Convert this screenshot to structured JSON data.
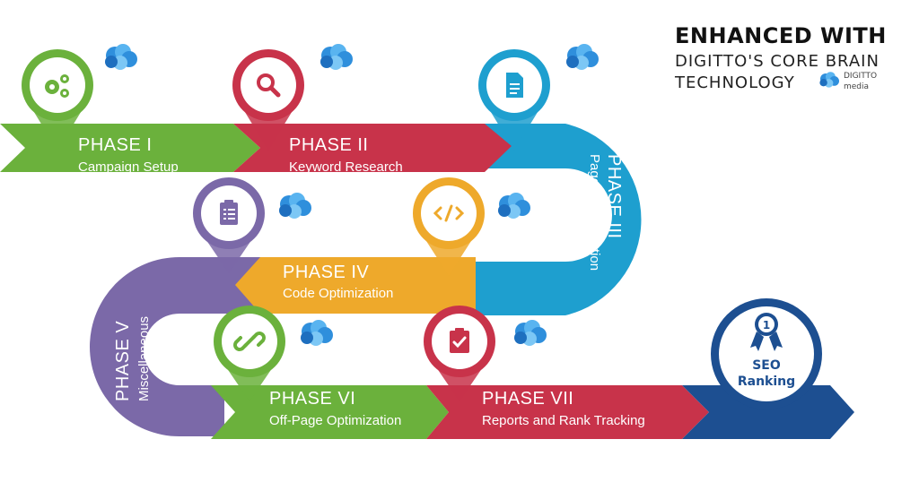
{
  "header": {
    "title": "ENHANCED WITH",
    "line1": "DIGITTO'S CORE BRAIN",
    "line2": "TECHNOLOGY",
    "logo_name": "DIGITTO",
    "logo_sub": "media"
  },
  "phases": [
    {
      "title": "PHASE I",
      "subtitle": "Campaign Setup",
      "color": "#6bb13c",
      "icon": "gears-icon"
    },
    {
      "title": "PHASE II",
      "subtitle": "Keyword Research",
      "color": "#c8334a",
      "icon": "search-icon"
    },
    {
      "title": "PHASE III",
      "subtitle": "Pages Optimization",
      "color": "#1e9fcf",
      "icon": "document-icon"
    },
    {
      "title": "PHASE IV",
      "subtitle": "Code Optimization",
      "color": "#eea92b",
      "icon": "code-icon"
    },
    {
      "title": "PHASE V",
      "subtitle": "Miscellaneous",
      "color": "#7b69a8",
      "icon": "clipboard-icon"
    },
    {
      "title": "PHASE VI",
      "subtitle": "Off-Page Optimization",
      "color": "#6bb13c",
      "icon": "link-icon"
    },
    {
      "title": "PHASE VII",
      "subtitle": "Reports and Rank Tracking",
      "color": "#c8334a",
      "icon": "clipboard-check-icon"
    }
  ],
  "goal": {
    "line1": "SEO",
    "line2": "Ranking",
    "badge": "1",
    "color": "#1d4f91"
  }
}
